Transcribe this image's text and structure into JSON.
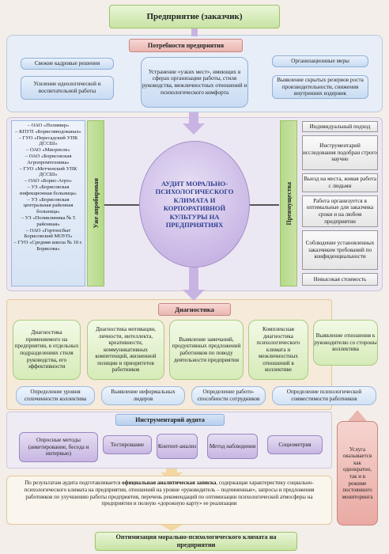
{
  "top_title": "Предприятие (заказчик)",
  "needs": {
    "title": "Потребности предприятия",
    "left_top": "Свежие кадровые решения",
    "left_bottom": "Усиление идеологической и воспитательной работы",
    "center": "Устранение «узких мест», имеющих в сферах организации работы, стиля руководства, межличностных отношений и психологического комфорта",
    "right_top": "Организационные меры",
    "right_bottom": "Выявление скрытых резервов роста производительности, снижения внутренних издержек"
  },
  "approved": {
    "label": "Уже апробирован",
    "items": [
      "– ОАО «Полимир»",
      "– КПУП «Борисовводоканал»",
      "– ГУО «Пересадский УПК ДССШ»",
      "– ОАО «Миорполе»",
      "– ОАО «Борисовская Агропромтехника»",
      "– ГУО «Метченский УПК ДССШ»",
      "– ОАО «Борис-Агро»",
      "– УЗ «Борисовская инфекционная больница»",
      "– УЗ «Борисовская центральная районная больница»",
      "– УЗ «Поликлиника № 5 районная»",
      "– ОАО «Гортопсбыт Борисовский МОУП»",
      "– ГУО «Средняя школа № 10 г. Борисова»"
    ]
  },
  "center_circle": "АУДИТ МОРАЛЬНО-ПСИХОЛОГИЧЕСКОГО КЛИМАТА И КОРПОРАТИВНОЙ КУЛЬТУРЫ НА ПРЕДПРИЯТИЯХ",
  "advantages": {
    "label": "Преимущества",
    "items": [
      "Индивидуальный подход",
      "Инструментарий исследования подобран строго научно",
      "Выезд на места, живая работа с людьми",
      "Работа организуется в оптимальные для заказчика сроки и на любом предприятии",
      "Соблюдение установленных заказчиком требований по конфиденциальности",
      "Невысокая стоимость"
    ]
  },
  "diagnostics": {
    "title": "Диагностика",
    "cards": [
      "Диагностика применяемого на предприятии, в отдельных подразделениях стиля руководства, его эффективности",
      "Диагностика мотивации, личности, интеллекта, креативности, коммуникативных компетенций, жизненной позиции и приоритетов работников",
      "Выявление замечаний, продуктивных предложений работников по поводу деятельности предприятия",
      "Комплексная диагностика психологического климата и межличностных отношений в коллективе",
      "Выявление отношения к руководителю со стороны коллектива"
    ],
    "bottom": [
      "Определение уровня сплоченности коллектива",
      "Выявление неформальных лидеров",
      "Определение работо-способности сотрудников",
      "Определение психологической совместимости работников"
    ]
  },
  "tools": {
    "title": "Инструментарий аудита",
    "items": [
      "Опросные методы (анкетирование, беседа и интервью)",
      "Тестирование",
      "Контент-анализ",
      "Метод наблюдения",
      "Социометрия"
    ]
  },
  "result": {
    "part1": "По результатам аудита подготавливается ",
    "bold": "официальная аналитическая записка",
    "part2": ", содержащая характеристику социально-психологического климата на предприятии, отношений на уровне «руководитель – подчиненные», запросы и предложения работников по улучшению работы предприятия, перечень рекомендаций по оптимизации психологической атмосферы на предприятии и полную «дорожную карту» ее реализации"
  },
  "side_note": "Услуга оказывается как однократно, так и в режиме постоянного мониторинга",
  "bottom_title": "Оптимизация морально-психологического климата на предприятии",
  "colors": {
    "green": "#c8e3a3",
    "blue": "#c9dcf3",
    "purple": "#c7b6e2",
    "pink": "#eab6b0",
    "yellow": "#f2d7a0"
  }
}
